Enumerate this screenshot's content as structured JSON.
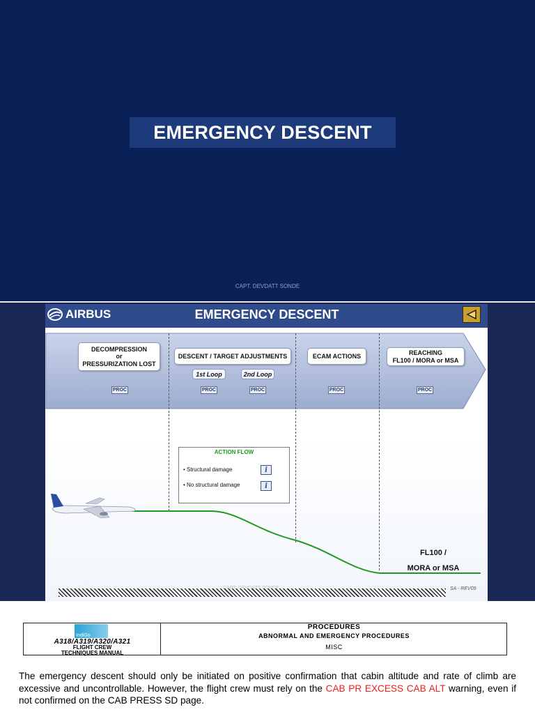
{
  "title_slide": {
    "title": "EMERGENCY DESCENT",
    "credit": "CAPT. DEVDATT SONDE"
  },
  "airbus_slide": {
    "logo_text": "AIRBUS",
    "title": "EMERGENCY DESCENT",
    "phases": [
      {
        "label": "DECOMPRESSION\nor\nPRESSURIZATION LOST"
      },
      {
        "label": "DESCENT / TARGET ADJUSTMENTS"
      },
      {
        "label": "ECAM ACTIONS"
      },
      {
        "label": "REACHING\nFL100 / MORA or MSA"
      }
    ],
    "loops": [
      "1st Loop",
      "2nd Loop"
    ],
    "proc_label": "PROC",
    "action_flow": {
      "title": "ACTION FLOW",
      "items": [
        "• Structural damage",
        "• No structural damage"
      ]
    },
    "fl_label_line1": "FL100 /",
    "fl_label_line2": "MORA or MSA",
    "revision": "SA - REV09",
    "faint_credit": "CAPT. DEVDATT SONDE",
    "colors": {
      "header": "#2f4b8c",
      "arrow": "#a9b7d9",
      "profile": "#1f9a1f",
      "back_button": "#c8a032"
    }
  },
  "document_header": {
    "logo_text": "IndiGo",
    "aircraft_models": "A318/A319/A320/A321",
    "manual_line1": "FLIGHT CREW",
    "manual_line2": "TECHNIQUES MANUAL",
    "section": "PROCEDURES",
    "subsection": "ABNORMAL AND EMERGENCY PROCEDURES",
    "topic": "MISC"
  },
  "body_text": {
    "part1": "The emergency descent should only be initiated on positive confirmation that cabin altitude and rate of climb are excessive and uncontrollable. However, the flight crew must rely on the ",
    "highlight": "CAB PR EXCESS CAB ALT",
    "part2": " warning, even if not confirmed on the CAB PRESS SD page."
  }
}
